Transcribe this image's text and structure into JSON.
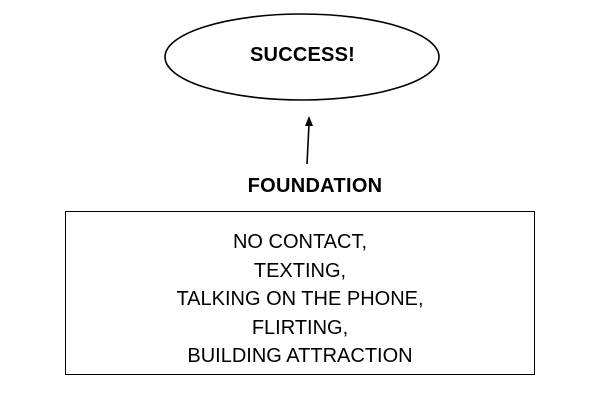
{
  "diagram": {
    "goal": {
      "label": "SUCCESS!"
    },
    "foundation": {
      "heading": "FOUNDATION",
      "items": [
        "NO CONTACT,",
        "TEXTING,",
        "TALKING ON THE PHONE,",
        "FLIRTING,",
        "BUILDING ATTRACTION"
      ]
    }
  }
}
